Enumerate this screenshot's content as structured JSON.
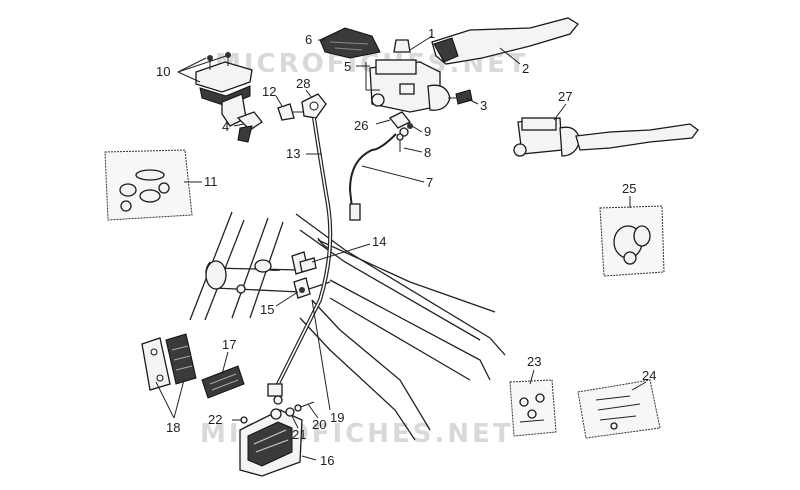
{
  "watermarks": [
    "MICROFICHES.NET",
    "MICROFICHES.NET"
  ],
  "callouts": [
    {
      "id": "1",
      "label": "1"
    },
    {
      "id": "2",
      "label": "2"
    },
    {
      "id": "3",
      "label": "3"
    },
    {
      "id": "4",
      "label": "4"
    },
    {
      "id": "5",
      "label": "5"
    },
    {
      "id": "6",
      "label": "6"
    },
    {
      "id": "7",
      "label": "7"
    },
    {
      "id": "8",
      "label": "8"
    },
    {
      "id": "9",
      "label": "9"
    },
    {
      "id": "10",
      "label": "10"
    },
    {
      "id": "11",
      "label": "11"
    },
    {
      "id": "12",
      "label": "12"
    },
    {
      "id": "13",
      "label": "13"
    },
    {
      "id": "14",
      "label": "14"
    },
    {
      "id": "15",
      "label": "15"
    },
    {
      "id": "16",
      "label": "16"
    },
    {
      "id": "17",
      "label": "17"
    },
    {
      "id": "18",
      "label": "18"
    },
    {
      "id": "19",
      "label": "19"
    },
    {
      "id": "20",
      "label": "20"
    },
    {
      "id": "21",
      "label": "21"
    },
    {
      "id": "22",
      "label": "22"
    },
    {
      "id": "23",
      "label": "23"
    },
    {
      "id": "24",
      "label": "24"
    },
    {
      "id": "25",
      "label": "25"
    },
    {
      "id": "26",
      "label": "26"
    },
    {
      "id": "27",
      "label": "27"
    },
    {
      "id": "28",
      "label": "28"
    }
  ]
}
